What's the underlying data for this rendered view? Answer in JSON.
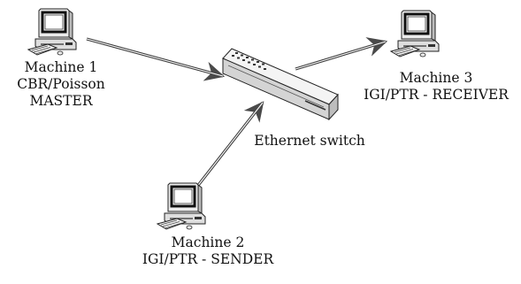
{
  "machines": [
    {
      "id": "machine-1",
      "name": "Machine 1",
      "lines": [
        "CBR/Poisson",
        "MASTER"
      ]
    },
    {
      "id": "machine-2",
      "name": "Machine 2",
      "lines": [
        "IGI/PTR - SENDER"
      ]
    },
    {
      "id": "machine-3",
      "name": "Machine 3",
      "lines": [
        "IGI/PTR - RECEIVER"
      ]
    }
  ],
  "switch": {
    "label": "Ethernet switch"
  },
  "links": [
    {
      "from": "machine-1",
      "to": "switch"
    },
    {
      "from": "machine-2",
      "to": "switch"
    },
    {
      "from": "switch",
      "to": "machine-3"
    }
  ],
  "colors": {
    "line": "#3a3a3a",
    "arrow": "#4a4a4a",
    "switch_top": "#f4f4f4",
    "switch_front": "#d4d4d4",
    "switch_side": "#bdbdbd"
  }
}
